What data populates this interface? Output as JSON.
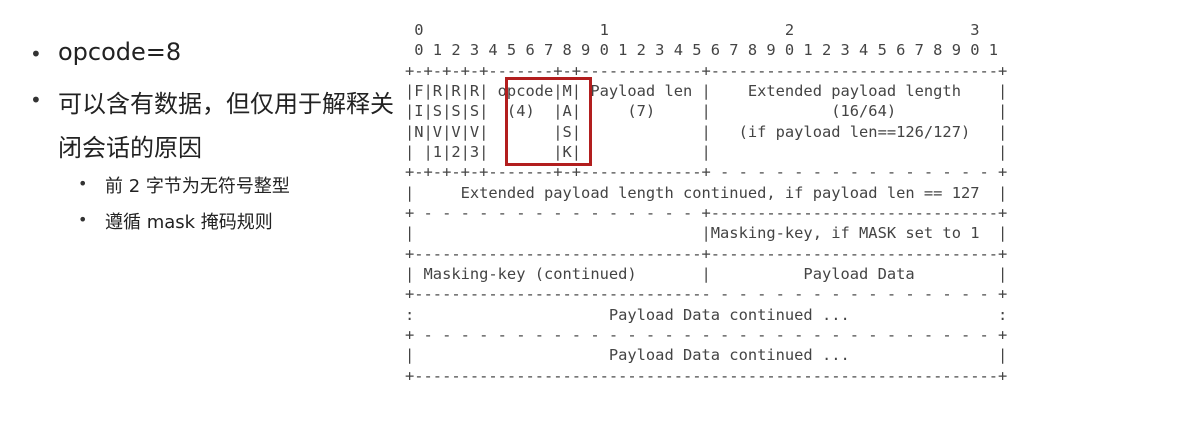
{
  "bullets": [
    {
      "dot": "•",
      "text": "opcode=8"
    },
    {
      "dot": "•",
      "text": "可以含有数据，但仅用于解释关"
    },
    {
      "dot": "",
      "text": "闭会话的原因"
    }
  ],
  "sub_bullets": [
    {
      "dot": "•",
      "text": "前 2 字节为无符号整型"
    },
    {
      "dot": "•",
      "text": "遵循 mask 掩码规则"
    }
  ],
  "frame_diagram": {
    "lines": [
      " 0                   1                   2                   3",
      " 0 1 2 3 4 5 6 7 8 9 0 1 2 3 4 5 6 7 8 9 0 1 2 3 4 5 6 7 8 9 0 1",
      "+-+-+-+-+-------+-+-------------+-------------------------------+",
      "|F|R|R|R| opcode|M| Payload len |    Extended payload length    |",
      "|I|S|S|S|  (4)  |A|     (7)     |             (16/64)           |",
      "|N|V|V|V|       |S|             |   (if payload len==126/127)   |",
      "| |1|2|3|       |K|             |                               |",
      "+-+-+-+-+-------+-+-------------+ - - - - - - - - - - - - - - - +",
      "|     Extended payload length continued, if payload len == 127  |",
      "+ - - - - - - - - - - - - - - - +-------------------------------+",
      "|                               |Masking-key, if MASK set to 1  |",
      "+-------------------------------+-------------------------------+",
      "| Masking-key (continued)       |          Payload Data         |",
      "+-------------------------------- - - - - - - - - - - - - - - - +",
      ":                     Payload Data continued ...                :",
      "+ - - - - - - - - - - - - - - - - - - - - - - - - - - - - - - - +",
      "|                     Payload Data continued ...                |",
      "+---------------------------------------------------------------+"
    ]
  }
}
